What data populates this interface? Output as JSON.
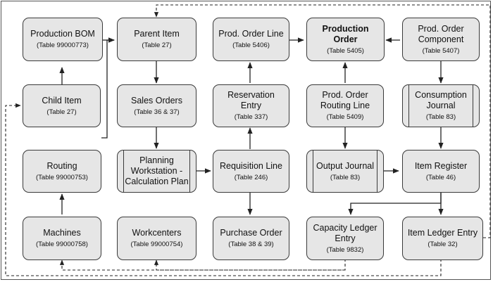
{
  "nodes": {
    "production_bom": {
      "title": "Production BOM",
      "sub": "(Table 99000773)"
    },
    "parent_item": {
      "title": "Parent Item",
      "sub": "(Table 27)"
    },
    "prod_order_line": {
      "title": "Prod. Order Line",
      "sub": "(Table 5406)"
    },
    "production_order": {
      "title": "Production Order",
      "sub": "(Table 5405)"
    },
    "prod_order_component": {
      "title": "Prod. Order\nComponent",
      "sub": "(Table 5407)"
    },
    "child_item": {
      "title": "Child Item",
      "sub": "(Table 27)"
    },
    "sales_orders": {
      "title": "Sales Orders",
      "sub": "(Table 36 & 37)"
    },
    "reservation_entry": {
      "title": "Reservation Entry",
      "sub": "(Table 337)"
    },
    "prod_order_routing_line": {
      "title": "Prod. Order\nRouting Line",
      "sub": "(Table 5409)"
    },
    "consumption_journal": {
      "title": "Consumption\nJournal",
      "sub": "(Table 83)"
    },
    "routing": {
      "title": "Routing",
      "sub": "(Table 99000753)"
    },
    "planning_workstation": {
      "title": "Planning\nWorkstation -\nCalculation Plan",
      "sub": ""
    },
    "requisition_line": {
      "title": "Requisition Line",
      "sub": "(Table 246)"
    },
    "output_journal": {
      "title": "Output Journal",
      "sub": "(Table 83)"
    },
    "item_register": {
      "title": "Item Register",
      "sub": "(Table 46)"
    },
    "machines": {
      "title": "Machines",
      "sub": "(Table 99000758)"
    },
    "workcenters": {
      "title": "Workcenters",
      "sub": "(Table 99000754)"
    },
    "purchase_order": {
      "title": "Purchase Order",
      "sub": "(Table 38 & 39)"
    },
    "capacity_ledger_entry": {
      "title": "Capacity Ledger\nEntry",
      "sub": "(Table 9832)"
    },
    "item_ledger_entry": {
      "title": "Item Ledger Entry",
      "sub": "(Table 32)"
    }
  },
  "colors": {
    "box_fill": "#e6e6e6",
    "box_border": "#3a3a3a",
    "line": "#222222"
  }
}
